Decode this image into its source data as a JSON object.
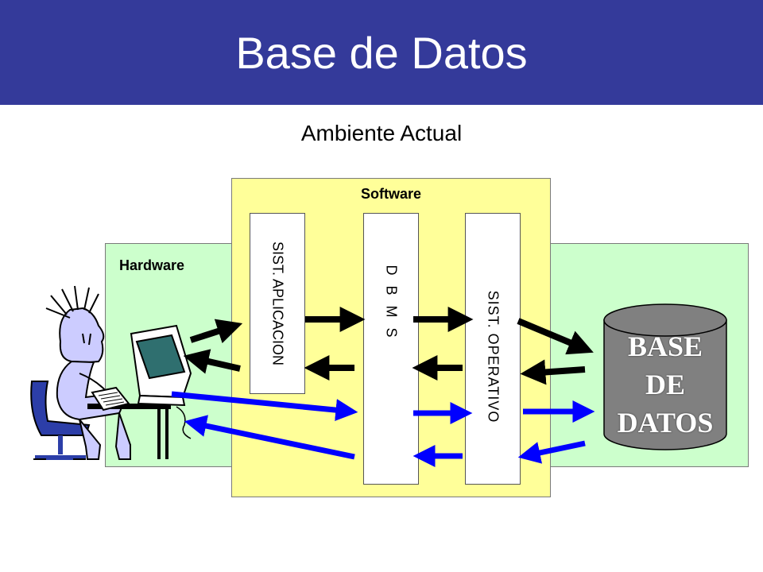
{
  "header": {
    "title": "Base de Datos"
  },
  "subtitle": "Ambiente Actual",
  "diagram": {
    "hardware_label": "Hardware",
    "software_label": "Software",
    "columns": {
      "aplicacion": "SIST. APLICACION",
      "dbms": "D B M S",
      "operativo": "SIST. OPERATIVO"
    },
    "database": {
      "line1": "BASE",
      "line2": "DE",
      "line3": "DATOS"
    }
  },
  "colors": {
    "header_bg": "#343a9a",
    "hardware_bg": "#ccffcc",
    "software_bg": "#ffff99",
    "arrow_black": "#000000",
    "arrow_blue": "#0000ff",
    "cylinder": "#808080"
  }
}
